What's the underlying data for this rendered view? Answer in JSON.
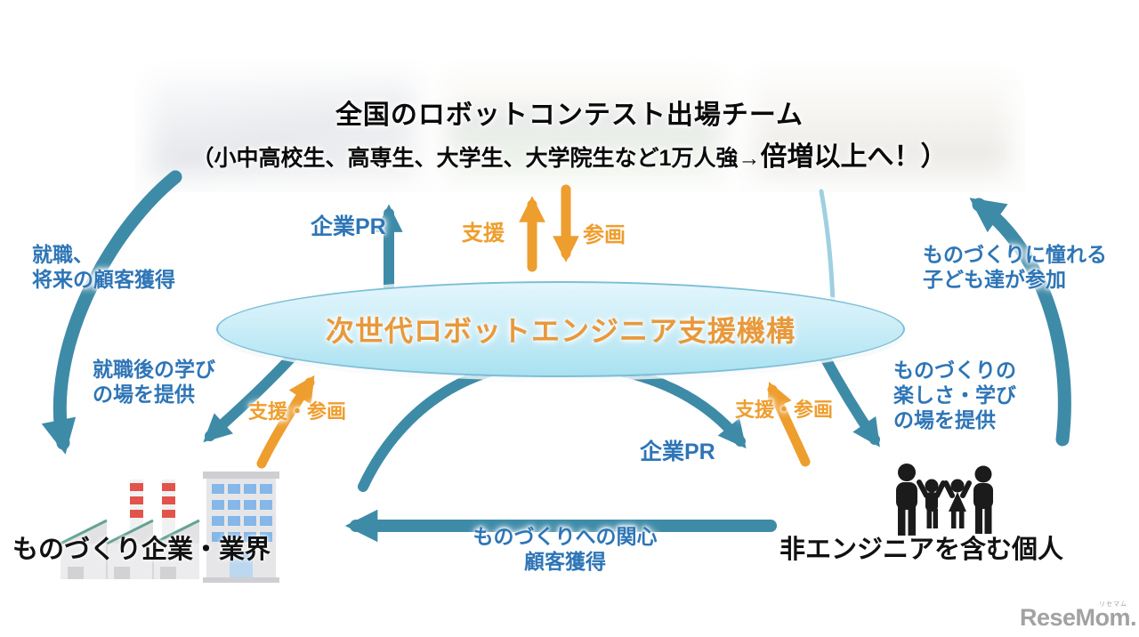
{
  "colors": {
    "teal": "#3e8ba8",
    "teal_light": "#9fd0e1",
    "orange": "#ee9e2e",
    "blue_text": "#2e75b6",
    "ellipse_border": "#7dbfd8",
    "hub_text": "#e8993b",
    "logo_gray": "#a2a2a2"
  },
  "header": {
    "title": "全国のロボットコンテスト出場チーム",
    "subtitle_prefix": "（小中高校生、高専生、大学生、大学院生など1万人強",
    "subtitle_arrow": "→",
    "subtitle_emphasis": "倍増以上へ！）"
  },
  "hub": {
    "name": "次世代ロボットエンジニア支援機構"
  },
  "nodes": {
    "companies": "ものづくり企業・業界",
    "individuals": "非エンジニアを含む個人"
  },
  "flows": {
    "teams_to_companies": {
      "line1": "就職、",
      "line2": "将来の顧客獲得"
    },
    "companies_to_teams": {
      "label": "企業PR"
    },
    "hub_support": {
      "label": "支援"
    },
    "hub_participation": {
      "label": "参画"
    },
    "hub_to_companies": {
      "line1": "就職後の学び",
      "line2": "の場を提供"
    },
    "companies_to_hub": {
      "label": "支援・参画"
    },
    "companies_to_individuals": {
      "label": "企業PR"
    },
    "individuals_to_hub": {
      "label": "支援・参画"
    },
    "hub_to_individuals": {
      "line1": "ものづくりの",
      "line2": "楽しさ・学び",
      "line3": "の場を提供"
    },
    "individuals_to_teams": {
      "line1": "ものづくりに憧れる",
      "line2": "子ども達が参加"
    },
    "individuals_to_companies": {
      "line1": "ものづくりへの関心",
      "line2": "顧客獲得"
    }
  },
  "logo": {
    "text": "ReseMom.",
    "ruby": "リセマム"
  }
}
